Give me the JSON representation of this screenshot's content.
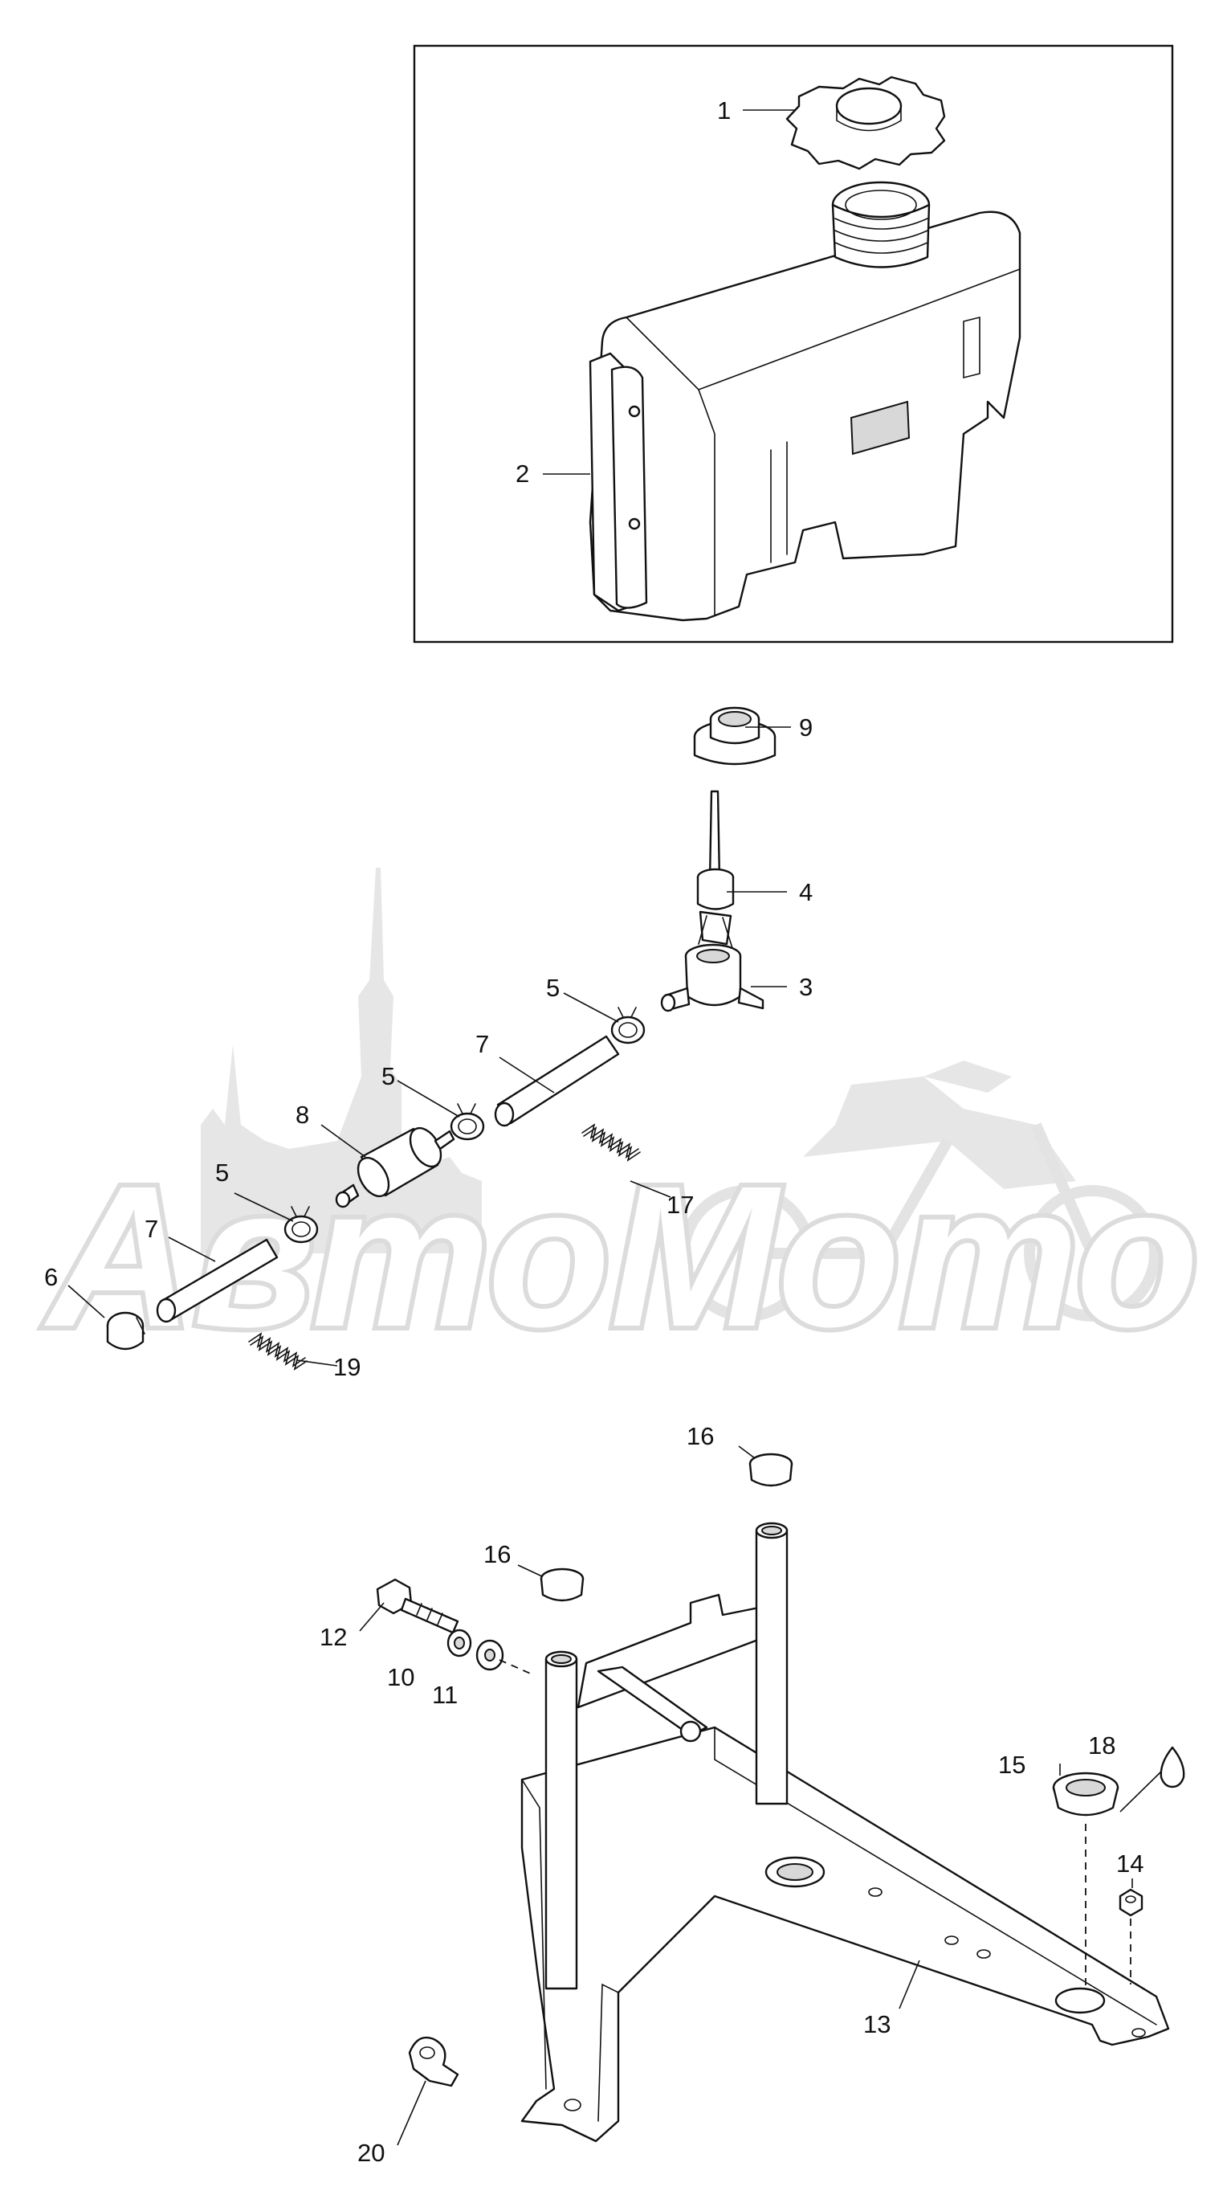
{
  "watermark": {
    "text": "АвтоМото"
  },
  "callouts": {
    "c1": "1",
    "c2": "2",
    "c3": "3",
    "c4": "4",
    "c5a": "5",
    "c5b": "5",
    "c5c": "5",
    "c6": "6",
    "c7a": "7",
    "c7b": "7",
    "c8": "8",
    "c9": "9",
    "c10": "10",
    "c11": "11",
    "c12": "12",
    "c13": "13",
    "c14": "14",
    "c15": "15",
    "c16a": "16",
    "c16b": "16",
    "c17": "17",
    "c18": "18",
    "c19": "19",
    "c20": "20"
  },
  "colors": {
    "line": "#111111",
    "watermark": "#e6e6e6",
    "background": "#ffffff"
  }
}
